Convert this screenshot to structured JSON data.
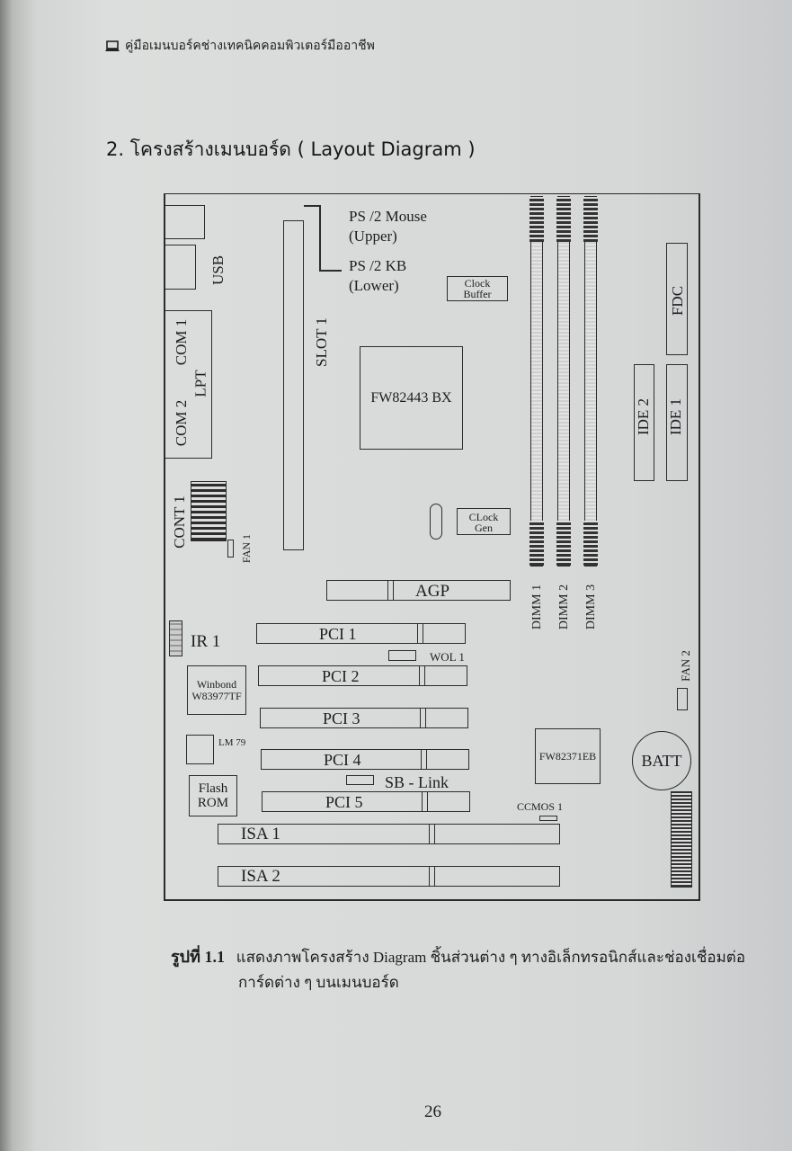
{
  "header": {
    "icon": "laptop-icon",
    "text": "คู่มือเมนบอร์คช่างเทคนิคคอมพิวเตอร์มืออาชีพ"
  },
  "section_title": "2. โครงสร้างเมนบอร์ด ( Layout Diagram )",
  "diagram": {
    "ps2_mouse": "PS /2 Mouse",
    "ps2_mouse_pos": "(Upper)",
    "ps2_kb": "PS /2  KB",
    "ps2_kb_pos": "(Lower)",
    "usb": "USB",
    "com1": "COM 1",
    "com2": "COM 2",
    "lpt": "LPT",
    "slot1": "SLOT 1",
    "clock_buffer": [
      "Clock",
      "Buffer"
    ],
    "northbridge": "FW82443 BX",
    "fdc": "FDC",
    "ide2": "IDE 2",
    "ide1": "IDE 1",
    "cont1": "CONT 1",
    "fan1": "FAN 1",
    "clock_gen": [
      "CLock",
      "Gen"
    ],
    "dimms": [
      "DIMM 1",
      "DIMM 2",
      "DIMM 3"
    ],
    "agp": "AGP",
    "ir1": "IR 1",
    "pci": [
      "PCI 1",
      "PCI 2",
      "PCI 3",
      "PCI 4",
      "PCI 5"
    ],
    "wol1": "WOL 1",
    "winbond": [
      "Winbond",
      "W83977TF"
    ],
    "lm79": "LM 79",
    "flash_rom": [
      "Flash",
      "ROM"
    ],
    "sb_link": "SB - Link",
    "isa": [
      "ISA 1",
      "ISA 2"
    ],
    "southbridge": "FW82371EB",
    "ccmos1": "CCMOS 1",
    "batt": "BATT",
    "fan2": "FAN 2"
  },
  "caption": {
    "label": "รูปที่ 1.1",
    "line1": "แสดงภาพโครงสร้าง Diagram  ชิ้นส่วนต่าง ๆ ทางอิเล็กทรอนิกส์และช่องเชื่อมต่อ",
    "line2": "การ์ดต่าง ๆ บนเมนบอร์ด"
  },
  "page_number": "26"
}
